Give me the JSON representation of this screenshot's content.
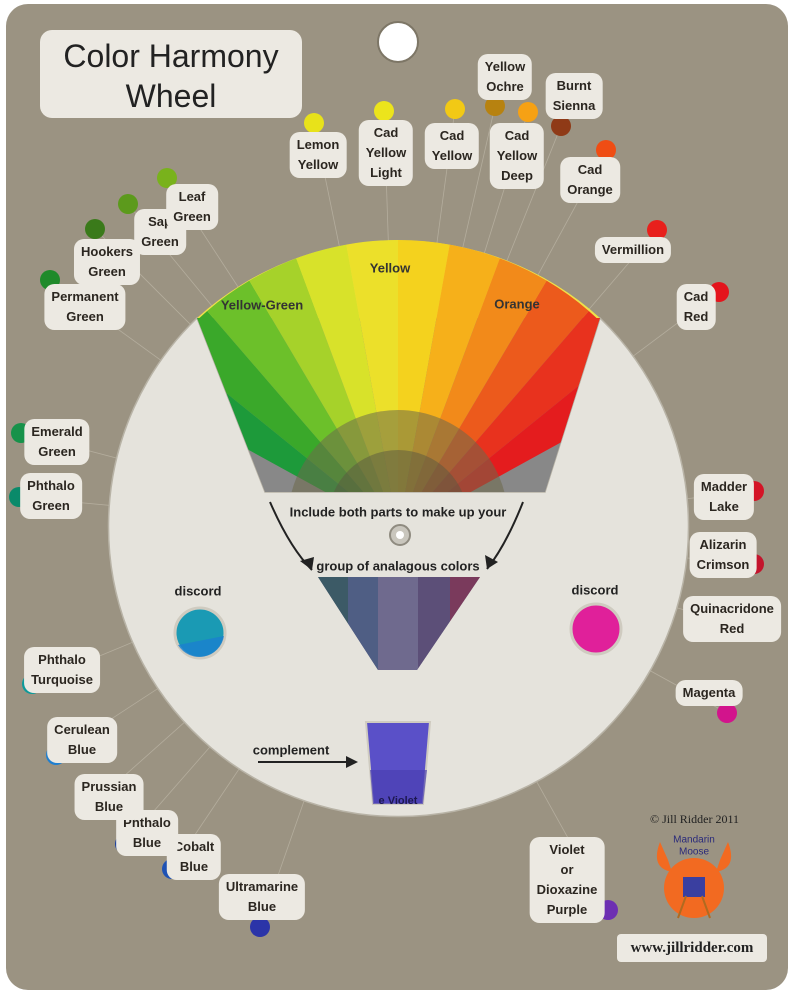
{
  "title": {
    "line1": "Color Harmony",
    "line2": "Wheel"
  },
  "paints": [
    {
      "id": "lemon-yellow",
      "lines": [
        "Lemon",
        "Yellow"
      ],
      "color": "#e8e21a",
      "dot": [
        314,
        123
      ],
      "lbl": [
        318,
        155
      ]
    },
    {
      "id": "cad-yellow-light",
      "lines": [
        "Cad",
        "Yellow",
        "Light"
      ],
      "color": "#ece41c",
      "dot": [
        384,
        111
      ],
      "lbl": [
        386,
        153
      ]
    },
    {
      "id": "cad-yellow",
      "lines": [
        "Cad",
        "Yellow"
      ],
      "color": "#f2c915",
      "dot": [
        455,
        109
      ],
      "lbl": [
        452,
        146
      ]
    },
    {
      "id": "yellow-ochre",
      "lines": [
        "Yellow",
        "Ochre"
      ],
      "color": "#b78210",
      "dot": [
        495,
        106
      ],
      "lbl": [
        505,
        77
      ]
    },
    {
      "id": "cad-yellow-deep",
      "lines": [
        "Cad",
        "Yellow",
        "Deep"
      ],
      "color": "#f6a114",
      "dot": [
        528,
        112
      ],
      "lbl": [
        517,
        156
      ]
    },
    {
      "id": "burnt-sienna",
      "lines": [
        "Burnt",
        "Sienna"
      ],
      "color": "#8f3a17",
      "dot": [
        561,
        126
      ],
      "lbl": [
        574,
        96
      ]
    },
    {
      "id": "cad-orange",
      "lines": [
        "Cad",
        "Orange"
      ],
      "color": "#ef4d14",
      "dot": [
        606,
        150
      ],
      "lbl": [
        590,
        180
      ]
    },
    {
      "id": "vermillion",
      "lines": [
        "Vermillion"
      ],
      "color": "#e8201c",
      "dot": [
        657,
        230
      ],
      "lbl": [
        633,
        250
      ]
    },
    {
      "id": "cad-red",
      "lines": [
        "Cad",
        "Red"
      ],
      "color": "#e4141c",
      "dot": [
        719,
        292
      ],
      "lbl": [
        696,
        307
      ]
    },
    {
      "id": "madder-lake",
      "lines": [
        "Madder",
        "Lake"
      ],
      "color": "#d41426",
      "dot": [
        754,
        491
      ],
      "lbl": [
        724,
        497
      ]
    },
    {
      "id": "alizarin-crimson",
      "lines": [
        "Alizarin",
        "Crimson"
      ],
      "color": "#c3142c",
      "dot": [
        754,
        564
      ],
      "lbl": [
        723,
        555
      ]
    },
    {
      "id": "quinacridone-red",
      "lines": [
        "Quinacridone",
        "Red"
      ],
      "color": "#d8143a",
      "dot": [
        751,
        628
      ],
      "lbl": [
        732,
        619
      ]
    },
    {
      "id": "magenta",
      "lines": [
        "Magenta"
      ],
      "color": "#d2148c",
      "dot": [
        727,
        713
      ],
      "lbl": [
        709,
        693
      ]
    },
    {
      "id": "violet-dioxazine",
      "lines": [
        "Violet",
        "or",
        "Dioxazine",
        "Purple"
      ],
      "color": "#6d2fb2",
      "dot": [
        608,
        910
      ],
      "lbl": [
        567,
        880
      ]
    },
    {
      "id": "ultramarine-blue",
      "lines": [
        "Ultramarine",
        "Blue"
      ],
      "color": "#2b34a8",
      "dot": [
        260,
        927
      ],
      "lbl": [
        262,
        897
      ]
    },
    {
      "id": "cobalt-blue",
      "lines": [
        "Cobalt",
        "Blue"
      ],
      "color": "#1e52b4",
      "dot": [
        172,
        869
      ],
      "lbl": [
        194,
        857
      ]
    },
    {
      "id": "phthalo-blue",
      "lines": [
        "Phthalo",
        "Blue"
      ],
      "color": "#1a40a0",
      "dot": [
        125,
        844
      ],
      "lbl": [
        147,
        833
      ]
    },
    {
      "id": "prussian-blue",
      "lines": [
        "Prussian",
        "Blue"
      ],
      "color": "#1d3a7a",
      "dot": [
        86,
        810
      ],
      "lbl": [
        109,
        797
      ]
    },
    {
      "id": "cerulean-blue",
      "lines": [
        "Cerulean",
        "Blue"
      ],
      "color": "#1f7fd0",
      "dot": [
        56,
        755
      ],
      "lbl": [
        82,
        740
      ]
    },
    {
      "id": "phthalo-turquoise",
      "lines": [
        "Phthalo",
        "Turquoise"
      ],
      "color": "#0d9a9a",
      "dot": [
        32,
        684
      ],
      "lbl": [
        62,
        670
      ]
    },
    {
      "id": "phthalo-green",
      "lines": [
        "Phthalo",
        "Green"
      ],
      "color": "#0a8a6a",
      "dot": [
        19,
        497
      ],
      "lbl": [
        51,
        496
      ]
    },
    {
      "id": "emerald-green",
      "lines": [
        "Emerald",
        "Green"
      ],
      "color": "#17924a",
      "dot": [
        21,
        433
      ],
      "lbl": [
        57,
        442
      ]
    },
    {
      "id": "permanent-green",
      "lines": [
        "Permanent",
        "Green"
      ],
      "color": "#1f8a2a",
      "dot": [
        50,
        280
      ],
      "lbl": [
        85,
        307
      ]
    },
    {
      "id": "hookers-green",
      "lines": [
        "Hookers",
        "Green"
      ],
      "color": "#3a7a1a",
      "dot": [
        95,
        229
      ],
      "lbl": [
        107,
        262
      ]
    },
    {
      "id": "sap-green",
      "lines": [
        "Sap",
        "Green"
      ],
      "color": "#5c9a1c",
      "dot": [
        128,
        204
      ],
      "lbl": [
        160,
        232
      ]
    },
    {
      "id": "leaf-green",
      "lines": [
        "Leaf",
        "Green"
      ],
      "color": "#79b21c",
      "dot": [
        167,
        178
      ],
      "lbl": [
        192,
        207
      ]
    }
  ],
  "wheel": {
    "yellow_label": "Yellow",
    "yellow_green_label": "Yellow-Green",
    "orange_label": "Orange"
  },
  "dial": {
    "instruction_line1": "Include both parts to make up your",
    "instruction_line2": "group of analagous colors",
    "discord_left": "discord",
    "discord_right": "discord",
    "complement": "complement",
    "complement_window_text": "e Violet"
  },
  "colors": {
    "card": "#9b9382",
    "disc": "#e5e3dc",
    "label_bg": "#ece9e2",
    "discord_left": "#1a9ab4",
    "discord_right": "#e0209a",
    "complement": "#5a50c8"
  },
  "footer": {
    "copyright": "© Jill Ridder 2011",
    "url": "www.jillridder.com",
    "logo_line1": "Mandarin",
    "logo_line2": "Moose"
  }
}
